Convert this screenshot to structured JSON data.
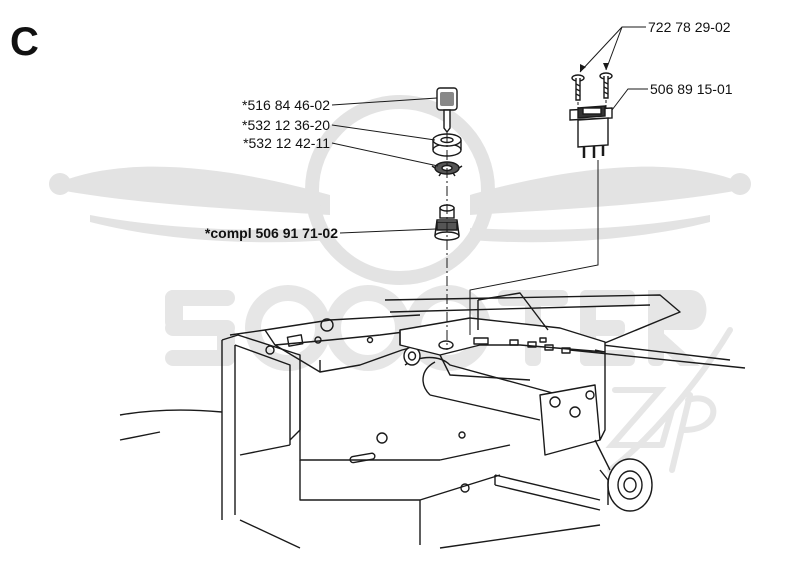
{
  "section_letter": "C",
  "watermark": {
    "brand": "SCOOTER",
    "tag": "zip"
  },
  "labels": [
    {
      "id": "key",
      "text": "*516 84 46-02",
      "bold": false
    },
    {
      "id": "nut",
      "text": "*532 12 36-20",
      "bold": false
    },
    {
      "id": "washer",
      "text": "*532 12 42-11",
      "bold": false
    },
    {
      "id": "ignition",
      "text": "*compl 506 91 71-02",
      "bold": true
    },
    {
      "id": "screws",
      "text": "722 78 29-02",
      "bold": false
    },
    {
      "id": "switch",
      "text": "506 89 15-01",
      "bold": false
    }
  ]
}
